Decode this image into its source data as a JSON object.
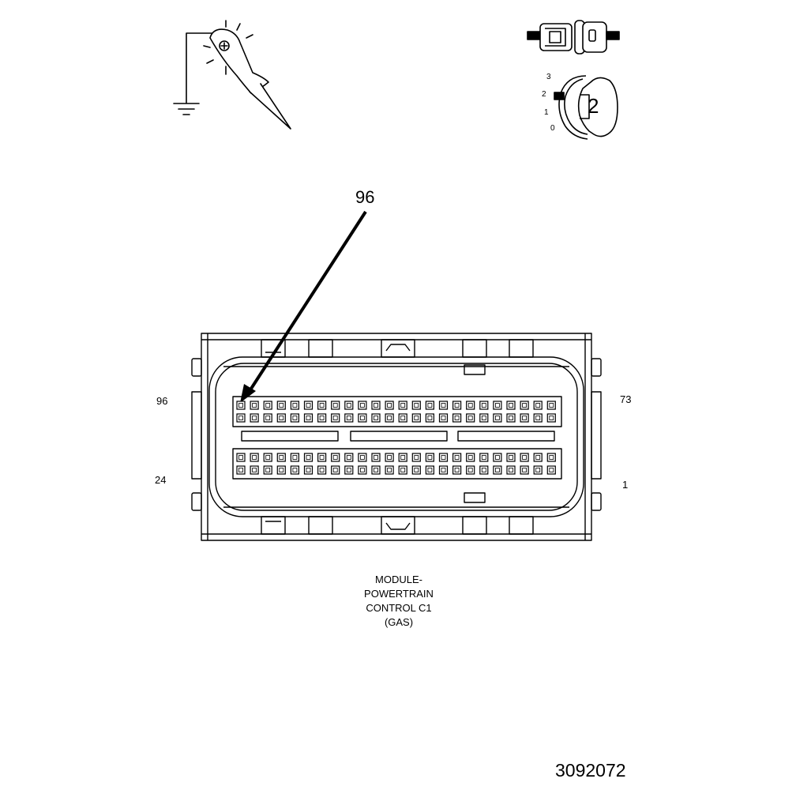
{
  "callout": {
    "pin": "96"
  },
  "pin_labels": {
    "top_left": "96",
    "bottom_left": "24",
    "top_right": "73",
    "bottom_right": "1"
  },
  "caption": [
    "MODULE-",
    "POWERTRAIN",
    "CONTROL C1",
    "(GAS)"
  ],
  "figure_id": "3092072",
  "ignition_key": {
    "positions": [
      "3",
      "2",
      "1",
      "0"
    ],
    "selected": "2"
  },
  "icons": {
    "probe": "test-probe-ground-icon",
    "connector": "disconnected-connector-icon",
    "ignition": "ignition-key-icon"
  }
}
